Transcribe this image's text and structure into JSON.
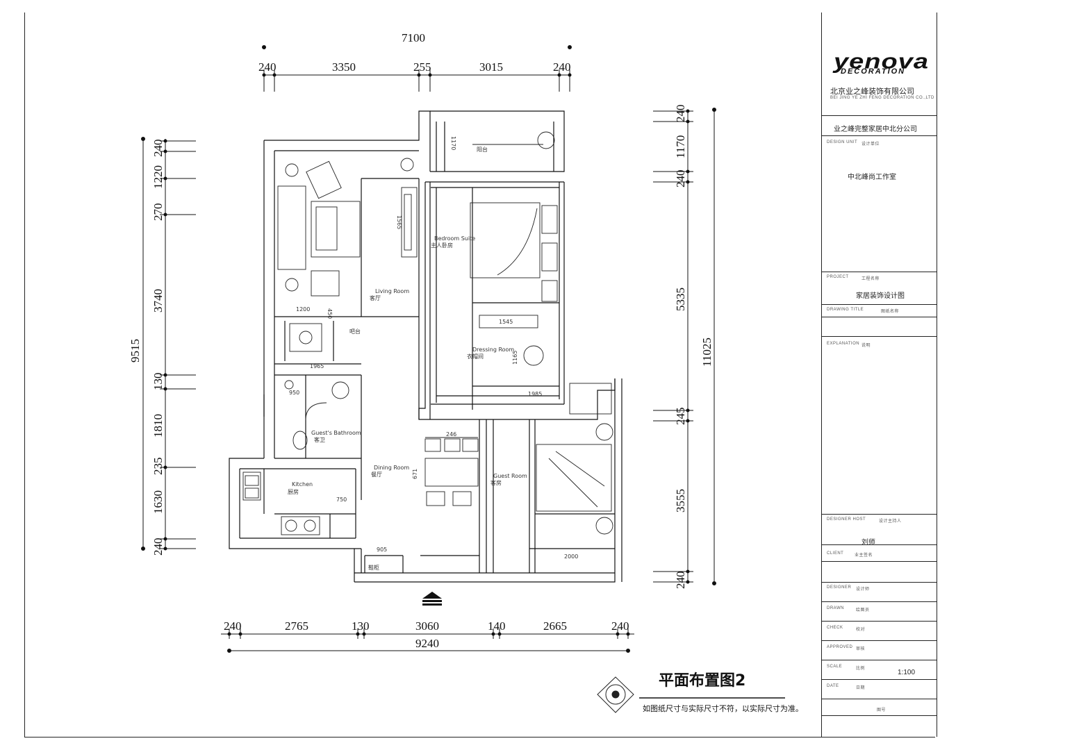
{
  "title_block": {
    "logo": "yenova",
    "logo_sub": "DECORATION",
    "company_cn": "北京业之峰装饰有限公司",
    "company_en": "BEI JING YE ZHI FENG DECORATION CO.,LTD",
    "branch": "业之峰完整家居中北分公司",
    "design_unit_label": "DESIGN UNIT",
    "design_unit_cn": "设计单位",
    "design_unit_value": "中北峰尚工作室",
    "project_label": "PROJECT",
    "project_cn": "工程名称",
    "project_value": "家居装饰设计图",
    "drawing_title_label": "DRAWING TITLE",
    "drawing_title_cn": "图纸名称",
    "explanation_label": "EXPLANATION",
    "explanation_cn": "说明",
    "designer_host_label": "DESIGNER HOST",
    "designer_host_cn": "设计主持人",
    "designer_host_value": "刘师",
    "client_label": "CLIENT",
    "client_cn": "业主签名",
    "designer_label": "DESIGNER",
    "designer_cn": "设计师",
    "drawn_label": "DRAWN",
    "drawn_cn": "绘图员",
    "check_label": "CHECK",
    "check_cn": "校对",
    "approved_label": "APPROVED",
    "approved_cn": "审核",
    "scale_label": "SCALE",
    "scale_cn": "比例",
    "scale_value": "1:100",
    "date_label": "DATE",
    "date_cn": "日期",
    "drawing_no_cn": "图号"
  },
  "plan": {
    "title": "平面布置图2",
    "note": "如图纸尺寸与实际尺寸不符，以实际尺寸为准。"
  },
  "dimensions": {
    "top_total": "7100",
    "top_segments": [
      "240",
      "3350",
      "255",
      "3015",
      "240"
    ],
    "bottom_segments": [
      "240",
      "2765",
      "130",
      "3060",
      "140",
      "2665",
      "240"
    ],
    "bottom_total": "9240",
    "left_total": "9515",
    "left_segments": [
      "240",
      "1220",
      "270",
      "3740",
      "130",
      "1810",
      "235",
      "1630",
      "240"
    ],
    "right_inner": [
      "240",
      "1170",
      "240",
      "5335",
      "245",
      "3555",
      "240"
    ],
    "right_total": "11025"
  },
  "rooms": {
    "living": "客厅",
    "living_en": "Living Room",
    "master_bed": "主人卧房",
    "master_bed_en": "Bedroom Suite",
    "cloakroom": "衣帽间",
    "cloakroom_en": "Dressing Room",
    "guest_bath": "客卫",
    "guest_bath_en": "Guest's Bathroom",
    "kitchen": "厨房",
    "kitchen_en": "Kitchen",
    "dining": "餐厅",
    "dining_en": "Dining Room",
    "guest_room": "客房",
    "guest_room_en": "Guest Room",
    "balcony": "阳台",
    "entry_cabinet": "鞋柜",
    "counter": "吧台"
  },
  "inner_dims": {
    "d1": "1565",
    "d2": "1200",
    "d3": "450",
    "d4": "1965",
    "d5": "950",
    "d6": "1545",
    "d7": "1165",
    "d8": "1985",
    "d9": "905",
    "d10": "2000",
    "d11": "750",
    "d12": "246",
    "d13": "671",
    "d14": "1170"
  }
}
